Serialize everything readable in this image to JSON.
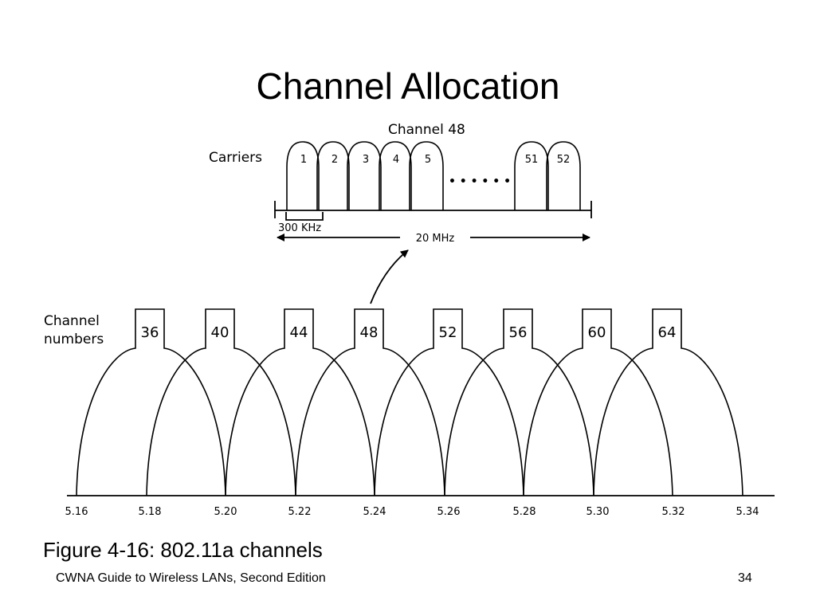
{
  "title": "Channel Allocation",
  "caption": "Figure 4-16: 802.11a channels",
  "footer": {
    "source": "CWNA Guide to Wireless LANs, Second Edition",
    "page": "34"
  },
  "diagram": {
    "upper": {
      "title": "Channel 48",
      "carriers_label": "Carriers",
      "carriers": [
        "1",
        "2",
        "3",
        "4",
        "5",
        "51",
        "52"
      ],
      "ellipsis": "• • • • • •",
      "spacing_label": "300 KHz",
      "width_label": "20 MHz"
    },
    "lower": {
      "channel_numbers_label": [
        "Channel",
        "numbers"
      ],
      "channels": [
        "36",
        "40",
        "44",
        "48",
        "52",
        "56",
        "60",
        "64"
      ],
      "frequencies": [
        "5.16",
        "5.18",
        "5.20",
        "5.22",
        "5.24",
        "5.26",
        "5.28",
        "5.30",
        "5.32",
        "5.34"
      ]
    }
  }
}
